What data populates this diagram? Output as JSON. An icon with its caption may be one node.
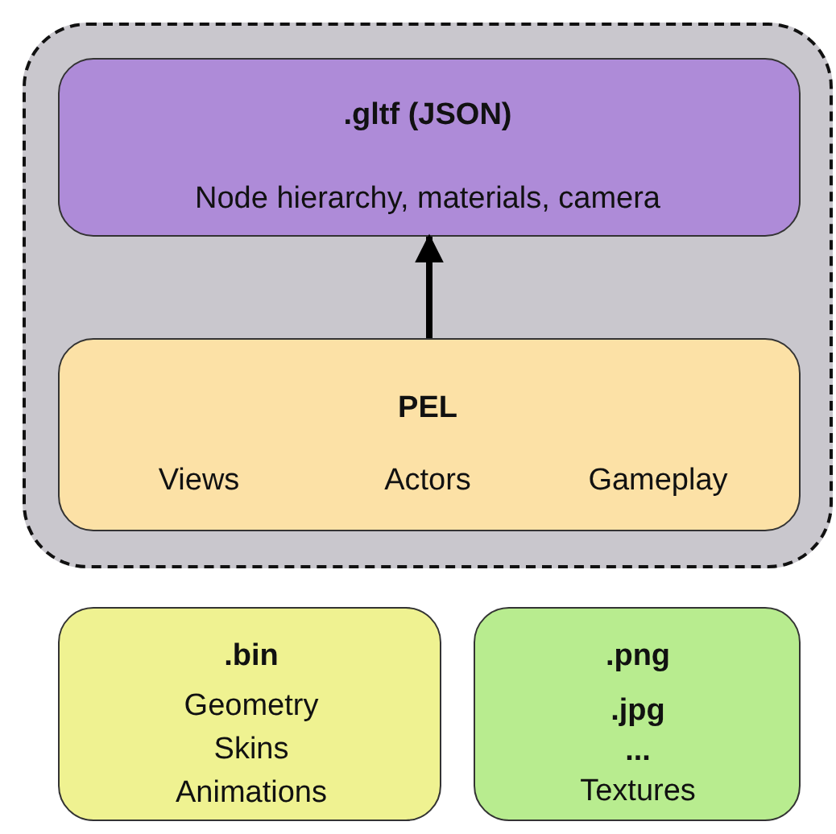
{
  "diagram": {
    "nodes": [
      {
        "text": [],
        "shape": "box"
      },
      {
        "text": [
          ".gltf (JSON)",
          "Node hierarchy, materials, camera"
        ],
        "in": 0
      },
      {
        "text": [
          "PEL",
          "Views",
          "Actors",
          "Gameplay"
        ],
        "in": 0
      },
      {
        "text": [
          ".bin",
          "Geometry",
          "Skins",
          "Animations"
        ]
      },
      {
        "text": [
          ".png",
          ".jpg",
          "...",
          "Textures"
        ]
      }
    ],
    "edges": [
      {
        "from": 2,
        "to": 1,
        "arrow": "to"
      }
    ]
  }
}
